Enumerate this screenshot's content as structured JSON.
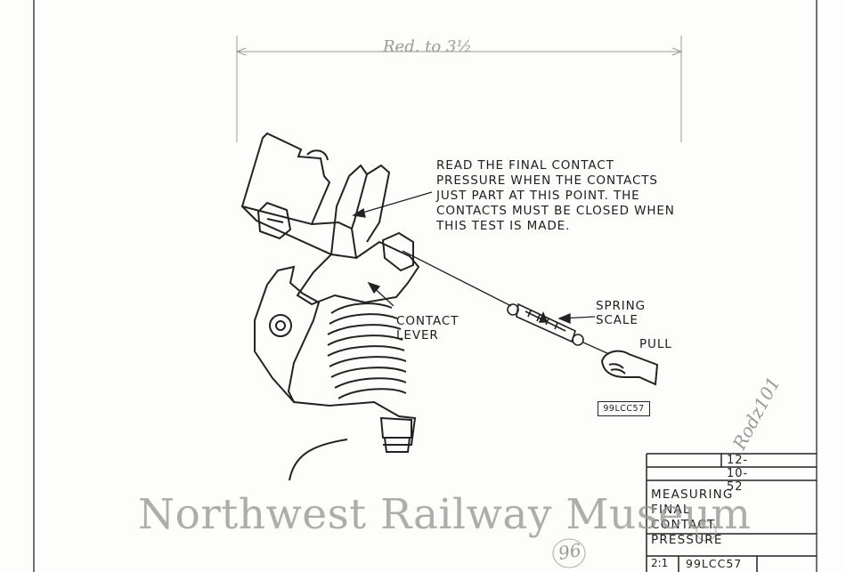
{
  "annotation_note": "READ THE FINAL CONTACT\nPRESSURE WHEN THE CONTACTS\nJUST PART AT THIS POINT. THE\nCONTACTS MUST BE CLOSED WHEN\nTHIS TEST IS MADE.",
  "labels": {
    "contact_lever": "CONTACT\nLEVER",
    "spring_scale": "SPRING\nSCALE",
    "pull": "PULL"
  },
  "figure_id": "99LCC57",
  "handwriting": {
    "reduce_note": "Red. to 3½",
    "side_note": "Rodz101",
    "circle_number": "96"
  },
  "title_block": {
    "date": "12-10-52",
    "title": "MEASURING FINAL\nCONTACT PRESSURE",
    "scale": "2:1",
    "drawing_number": "99LCC57"
  },
  "watermark": "Northwest Railway Museum"
}
